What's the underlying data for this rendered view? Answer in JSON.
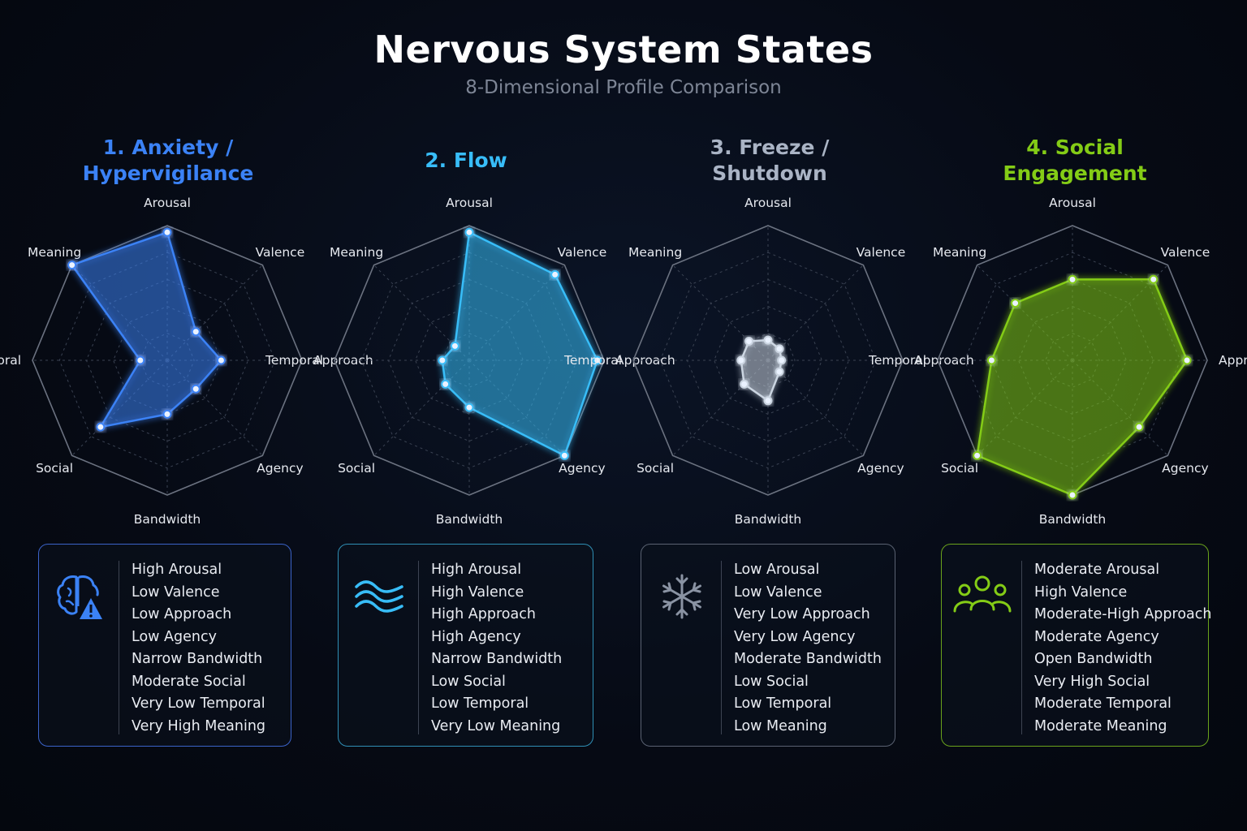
{
  "header": {
    "title": "Nervous System States",
    "subtitle": "8-Dimensional Profile Comparison"
  },
  "chart_data": [
    {
      "type": "radar",
      "title": "1. Anxiety / Hypervigilance",
      "title_lines": [
        "1. Anxiety /",
        "Hypervigilance"
      ],
      "axes": [
        "Arousal",
        "Valence",
        "Approach",
        "Agency",
        "Bandwidth",
        "Social",
        "Temporal",
        "Meaning"
      ],
      "values": [
        0.95,
        0.3,
        0.4,
        0.3,
        0.4,
        0.7,
        0.2,
        1.0
      ],
      "range": [
        0,
        1
      ],
      "color": "#3b82f6",
      "description_lines": [
        "High Arousal",
        "Low Valence",
        "Low Approach",
        "Low Agency",
        "Narrow Bandwidth",
        "Moderate Social",
        "Very Low Temporal",
        "Very High Meaning"
      ],
      "icon": "brain-warning-icon"
    },
    {
      "type": "radar",
      "title": "2. Flow",
      "title_lines": [
        "2. Flow"
      ],
      "axes": [
        "Arousal",
        "Valence",
        "Approach",
        "Agency",
        "Bandwidth",
        "Social",
        "Temporal",
        "Meaning"
      ],
      "values": [
        0.95,
        0.9,
        0.95,
        1.0,
        0.35,
        0.25,
        0.2,
        0.15
      ],
      "range": [
        0,
        1
      ],
      "color": "#38bdf8",
      "description_lines": [
        "High Arousal",
        "High Valence",
        "High Approach",
        "High Agency",
        "Narrow Bandwidth",
        "Low Social",
        "Low Temporal",
        "Very Low Meaning"
      ],
      "icon": "waves-icon"
    },
    {
      "type": "radar",
      "title": "3. Freeze / Shutdown",
      "title_lines": [
        "3. Freeze /",
        "Shutdown"
      ],
      "axes": [
        "Arousal",
        "Valence",
        "Approach",
        "Agency",
        "Bandwidth",
        "Social",
        "Temporal",
        "Meaning"
      ],
      "values": [
        0.15,
        0.12,
        0.1,
        0.12,
        0.3,
        0.25,
        0.2,
        0.2
      ],
      "range": [
        0,
        1
      ],
      "color": "#cbd5e1",
      "description_lines": [
        "Low Arousal",
        "Low Valence",
        "Very Low Approach",
        "Very Low Agency",
        "Moderate Bandwidth",
        "Low Social",
        "Low Temporal",
        "Low Meaning"
      ],
      "icon": "snowflake-icon"
    },
    {
      "type": "radar",
      "title": "4. Social Engagement",
      "title_lines": [
        "4. Social",
        "Engagement"
      ],
      "axes": [
        "Arousal",
        "Valence",
        "Approach",
        "Agency",
        "Bandwidth",
        "Social",
        "Temporal",
        "Meaning"
      ],
      "values": [
        0.6,
        0.85,
        0.85,
        0.7,
        1.0,
        1.0,
        0.6,
        0.6
      ],
      "range": [
        0,
        1
      ],
      "color": "#84cc16",
      "description_lines": [
        "Moderate Arousal",
        "High Valence",
        "Moderate-High Approach",
        "Moderate Agency",
        "Open Bandwidth",
        "Very High Social",
        "Moderate Temporal",
        "Moderate Meaning"
      ],
      "icon": "people-group-icon"
    }
  ]
}
